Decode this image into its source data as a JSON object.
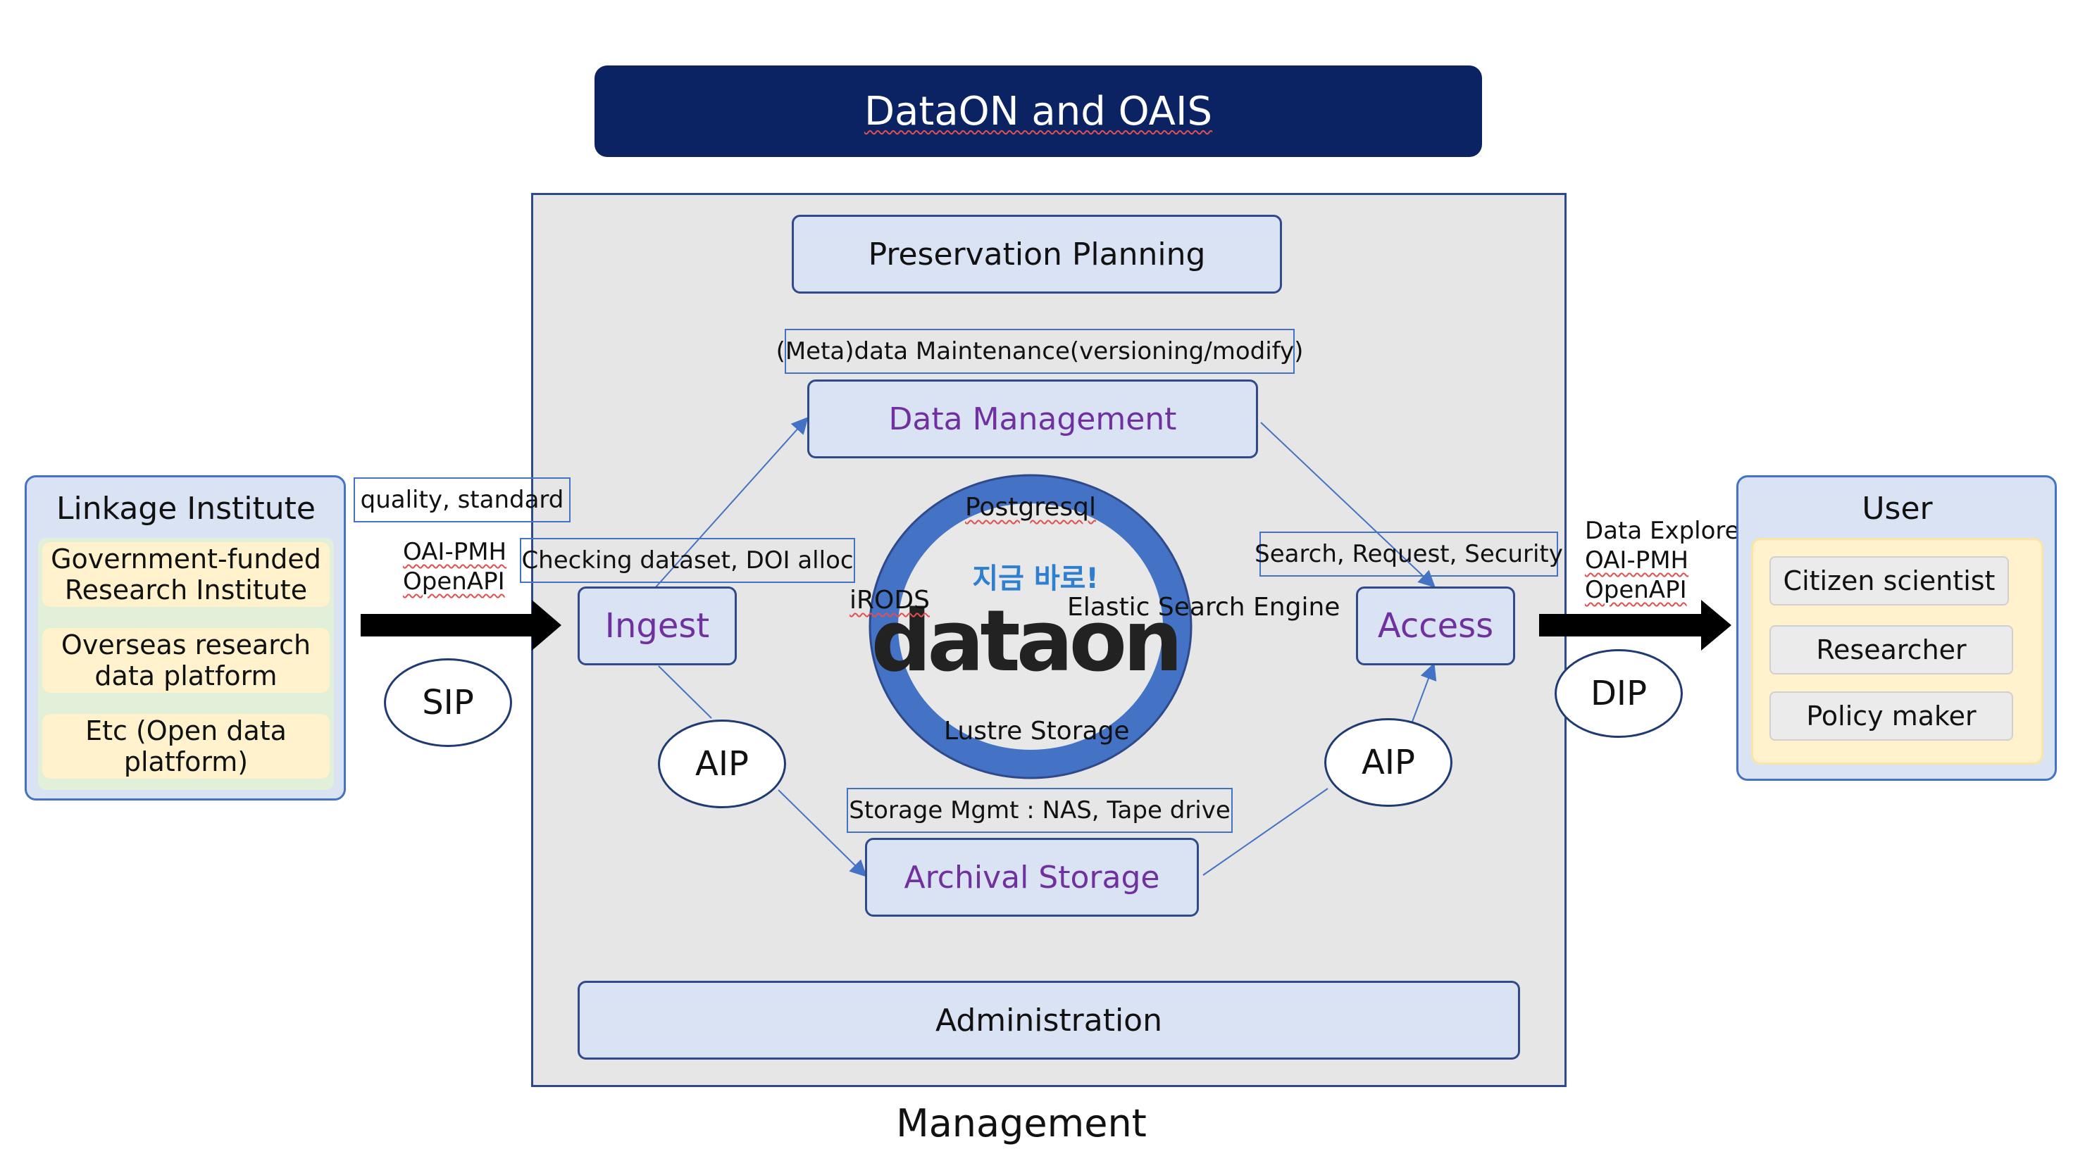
{
  "title": "DataON and OAIS",
  "management_label": "Management",
  "preservation_planning": "Preservation Planning",
  "administration": "Administration",
  "metadata_maintenance": "(Meta)data Maintenance(versioning/modify)",
  "data_management": "Data Management",
  "ingest": "Ingest",
  "access": "Access",
  "archival_storage": "Archival Storage",
  "checking_dataset": "Checking dataset, DOI alloc",
  "search_request": "Search, Request, Security",
  "storage_mgmt": "Storage Mgmt : NAS, Tape drive",
  "aip_left": "AIP",
  "aip_right": "AIP",
  "sip": "SIP",
  "dip": "DIP",
  "quality_standard": "quality, standard",
  "oai_pmh_left": "OAI-PMH",
  "openapi_left": "OpenAPI",
  "data_explorer": "Data Explorer",
  "oai_pmh_right": "OAI-PMH",
  "openapi_right": "OpenAPI",
  "center": {
    "postgresql": "Postgresql",
    "irods": "iRODS",
    "elastic": "Elastic Search Engine",
    "lustre": "Lustre Storage",
    "logo_korean": "지금 바로!",
    "logo_text": "dataon"
  },
  "linkage": {
    "title": "Linkage Institute",
    "items": [
      "Government-funded Research Institute",
      "Overseas research data platform",
      "Etc (Open data platform)"
    ]
  },
  "user": {
    "title": "User",
    "items": [
      "Citizen scientist",
      "Researcher",
      "Policy maker"
    ]
  },
  "colors": {
    "navy": "#0b2263",
    "box_fill": "#dae3f3",
    "purple_text": "#7030a0",
    "logo_ring": "#4472c4"
  }
}
